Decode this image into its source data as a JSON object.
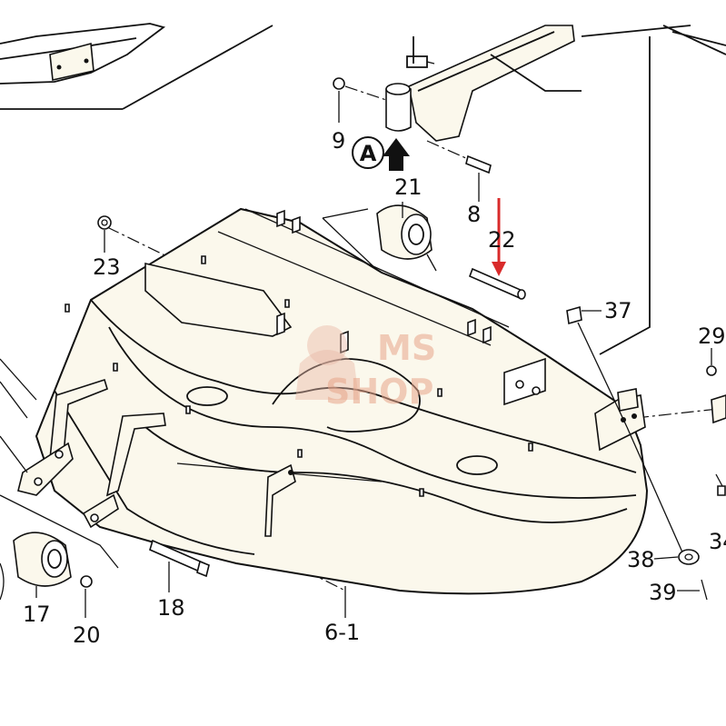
{
  "diagram": {
    "view_marker": "A",
    "parts": [
      {
        "id": "p9",
        "label": "9"
      },
      {
        "id": "p8",
        "label": "8"
      },
      {
        "id": "p21",
        "label": "21"
      },
      {
        "id": "p22",
        "label": "22"
      },
      {
        "id": "p23",
        "label": "23"
      },
      {
        "id": "p37",
        "label": "37"
      },
      {
        "id": "p29",
        "label": "29"
      },
      {
        "id": "p34",
        "label": "34"
      },
      {
        "id": "p38",
        "label": "38"
      },
      {
        "id": "p39",
        "label": "39"
      },
      {
        "id": "p17",
        "label": "17"
      },
      {
        "id": "p20",
        "label": "20"
      },
      {
        "id": "p18",
        "label": "18"
      },
      {
        "id": "p6-1",
        "label": "6-1"
      }
    ],
    "highlight": {
      "part": "22",
      "color": "#d92b2b"
    }
  },
  "watermark": {
    "line1": "MS",
    "line2": "SHOP",
    "color": "#e8a58a"
  }
}
